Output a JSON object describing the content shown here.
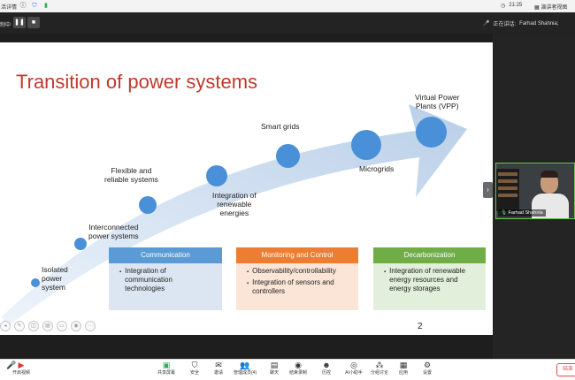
{
  "topbar": {
    "left_label": "活详情",
    "time": "21:25",
    "right_label": "演讲者视图"
  },
  "recording": {
    "label": "制中",
    "pause_icon": "pause-icon",
    "stop_icon": "stop-icon",
    "speaking_label": "正在讲话:",
    "speaker": "Farhad Shahnia;"
  },
  "slide": {
    "title": "Transition of power systems",
    "page_number": "2",
    "stages": [
      "Isolated\npower\nsystem",
      "Interconnected\npower systems",
      "Flexible and\nreliable systems",
      "Integration of\nrenewable\nenergies",
      "Smart grids",
      "Microgrids",
      "Virtual Power\nPlants (VPP)"
    ],
    "boxes": [
      {
        "header": "Communication",
        "header_color": "#5b9bd5",
        "body_color": "#dce6f2",
        "items": [
          "Integration of\ncommunication\ntechnologies"
        ]
      },
      {
        "header": "Monitoring and Control",
        "header_color": "#ed7d31",
        "body_color": "#fbe5d6",
        "items": [
          "Observability/controllability",
          "Integration of sensors and\ncontrollers"
        ]
      },
      {
        "header": "Decarbonization",
        "header_color": "#70ad47",
        "body_color": "#e2efda",
        "items": [
          "Integration of renewable\nenergy resources and\nenergy storages"
        ]
      }
    ]
  },
  "video": {
    "name": "Farhad Shahnia"
  },
  "toolbar": {
    "items": [
      "开启视频",
      "共享屏幕",
      "安全",
      "邀请",
      "管理成员(4)",
      "聊天",
      "结束录制",
      "历控",
      "AI小助手",
      "分组讨论",
      "应用",
      "设置"
    ],
    "end_label": "结束"
  }
}
